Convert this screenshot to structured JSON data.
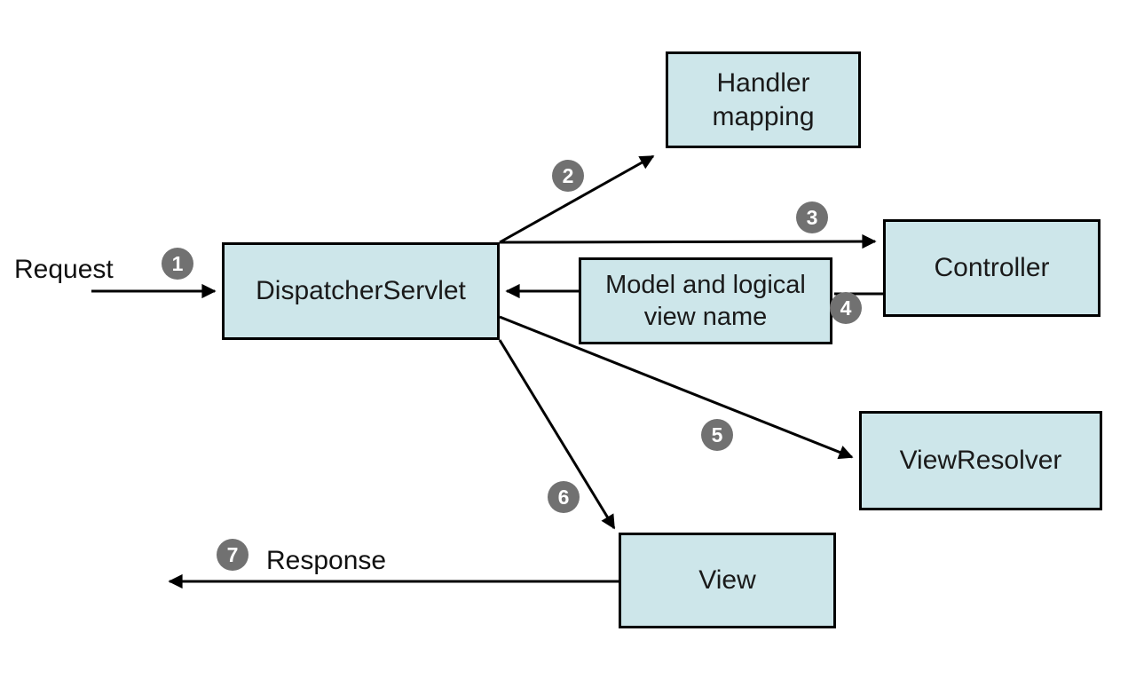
{
  "nodes": {
    "dispatcher_servlet": "DispatcherServlet",
    "handler_mapping": "Handler mapping",
    "controller": "Controller",
    "model_and_logical_view_name": "Model and logical view name",
    "view_resolver": "ViewResolver",
    "view": "View"
  },
  "labels": {
    "request": "Request",
    "response": "Response"
  },
  "steps": [
    "1",
    "2",
    "3",
    "4",
    "5",
    "6",
    "7"
  ],
  "colors": {
    "node_fill": "#cde6ea",
    "node_border": "#000000",
    "badge_fill": "#717171",
    "badge_number": "#ffffff",
    "edge": "#000000",
    "background": "#ffffff"
  }
}
